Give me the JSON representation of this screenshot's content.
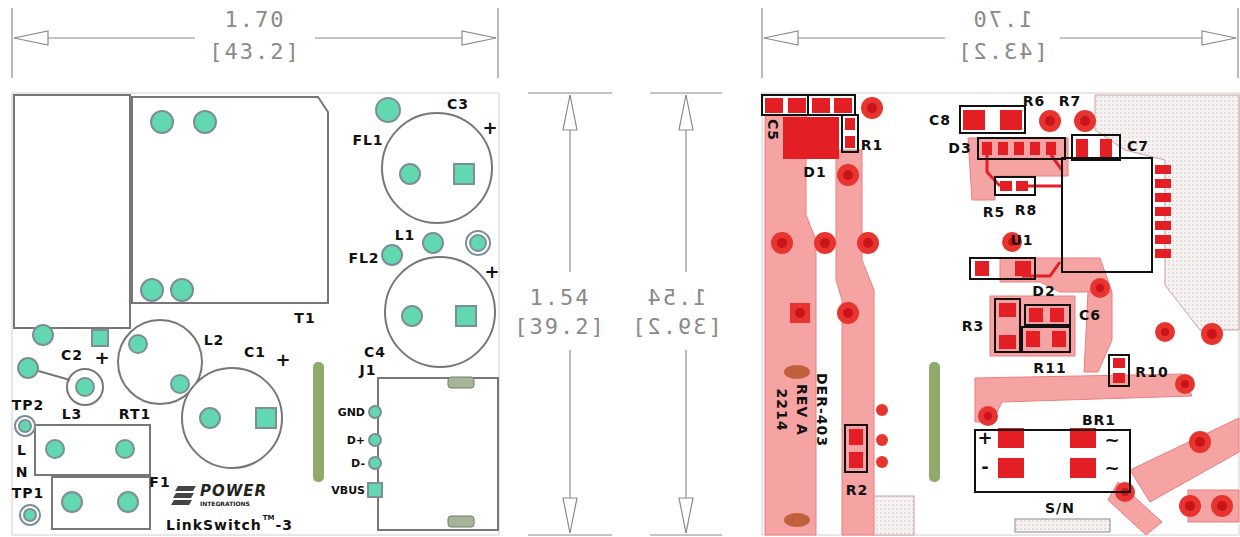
{
  "diagram": {
    "labels": [
      "1.70",
      "[43.2]",
      "FL1",
      "C3",
      "+",
      "T1",
      "L1",
      "FL2",
      "+",
      "C4",
      "C2",
      "+",
      "L2",
      "C1",
      "+",
      "J1",
      "TP2",
      "L3",
      "RT1",
      "GND",
      "L",
      "D+",
      "D-",
      "N",
      "TP1",
      "F1",
      "VBUS",
      "POWER",
      "INTEGRATIONS",
      "LinkSwitch",
      "TM",
      "-3",
      "1.54",
      "[39.2]",
      "1.54",
      "[39.2]",
      "1.70",
      "[43.2]",
      "C5",
      "D1",
      "R1",
      "C8",
      "R6",
      "R7",
      "C7",
      "D3",
      "R5",
      "R8",
      "U1",
      "D2",
      "R3",
      "C6",
      "R11",
      "R10",
      "DER-403",
      "REV A",
      "2214",
      "R2",
      "BR1",
      "+",
      "-",
      "~",
      "~",
      "S/N"
    ]
  }
}
